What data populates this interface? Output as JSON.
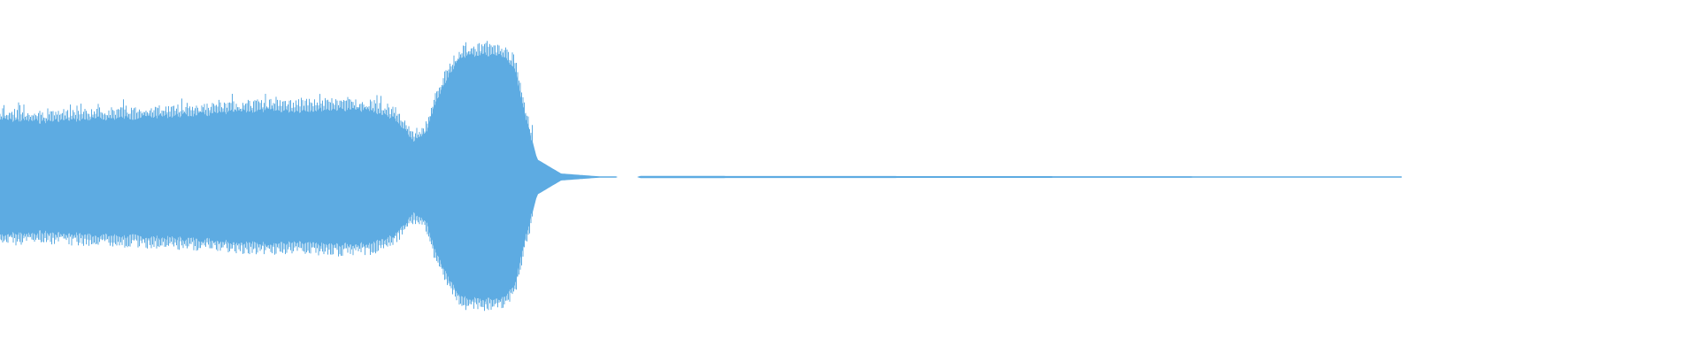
{
  "waveform": {
    "color": "#5dabe2",
    "background": "#ffffff",
    "envelope": [
      {
        "t": 0.0,
        "amp": 0.34
      },
      {
        "t": 0.03,
        "amp": 0.33
      },
      {
        "t": 0.06,
        "amp": 0.34
      },
      {
        "t": 0.09,
        "amp": 0.35
      },
      {
        "t": 0.12,
        "amp": 0.36
      },
      {
        "t": 0.15,
        "amp": 0.37
      },
      {
        "t": 0.18,
        "amp": 0.39
      },
      {
        "t": 0.21,
        "amp": 0.39
      },
      {
        "t": 0.24,
        "amp": 0.4
      },
      {
        "t": 0.265,
        "amp": 0.39
      },
      {
        "t": 0.28,
        "amp": 0.35
      },
      {
        "t": 0.295,
        "amp": 0.22
      },
      {
        "t": 0.303,
        "amp": 0.25
      },
      {
        "t": 0.31,
        "amp": 0.42
      },
      {
        "t": 0.32,
        "amp": 0.6
      },
      {
        "t": 0.33,
        "amp": 0.7
      },
      {
        "t": 0.345,
        "amp": 0.71
      },
      {
        "t": 0.36,
        "amp": 0.7
      },
      {
        "t": 0.368,
        "amp": 0.6
      },
      {
        "t": 0.375,
        "amp": 0.35
      },
      {
        "t": 0.383,
        "amp": 0.1
      },
      {
        "t": 0.4,
        "amp": 0.02
      },
      {
        "t": 0.425,
        "amp": 0.005
      },
      {
        "t": 0.44,
        "amp": 0.0
      },
      {
        "t": 0.455,
        "amp": 0.0
      },
      {
        "t": 0.456,
        "amp": 0.006
      },
      {
        "t": 0.7,
        "amp": 0.005
      },
      {
        "t": 0.9,
        "amp": 0.004
      },
      {
        "t": 1.0,
        "amp": 0.003
      }
    ]
  }
}
